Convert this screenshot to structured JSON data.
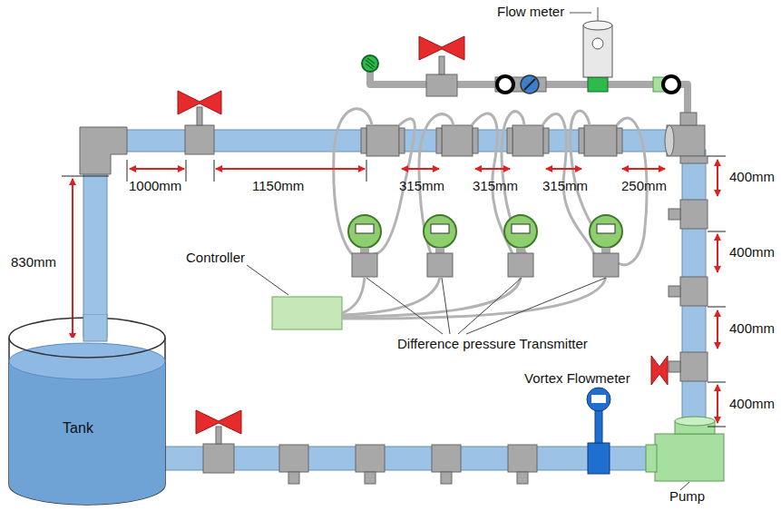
{
  "diagram": {
    "nodes": [
      {
        "text": [
          "Tank"
        ]
      }
    ],
    "labels": [
      "Flow meter",
      "830mm",
      "1000mm",
      "1150mm",
      "315mm",
      "315mm",
      "315mm",
      "250mm",
      "400mm",
      "400mm",
      "400mm",
      "400mm",
      "Controller",
      "Difference pressure Transmitter",
      "Vortex Flowmeter",
      "Pump"
    ]
  }
}
